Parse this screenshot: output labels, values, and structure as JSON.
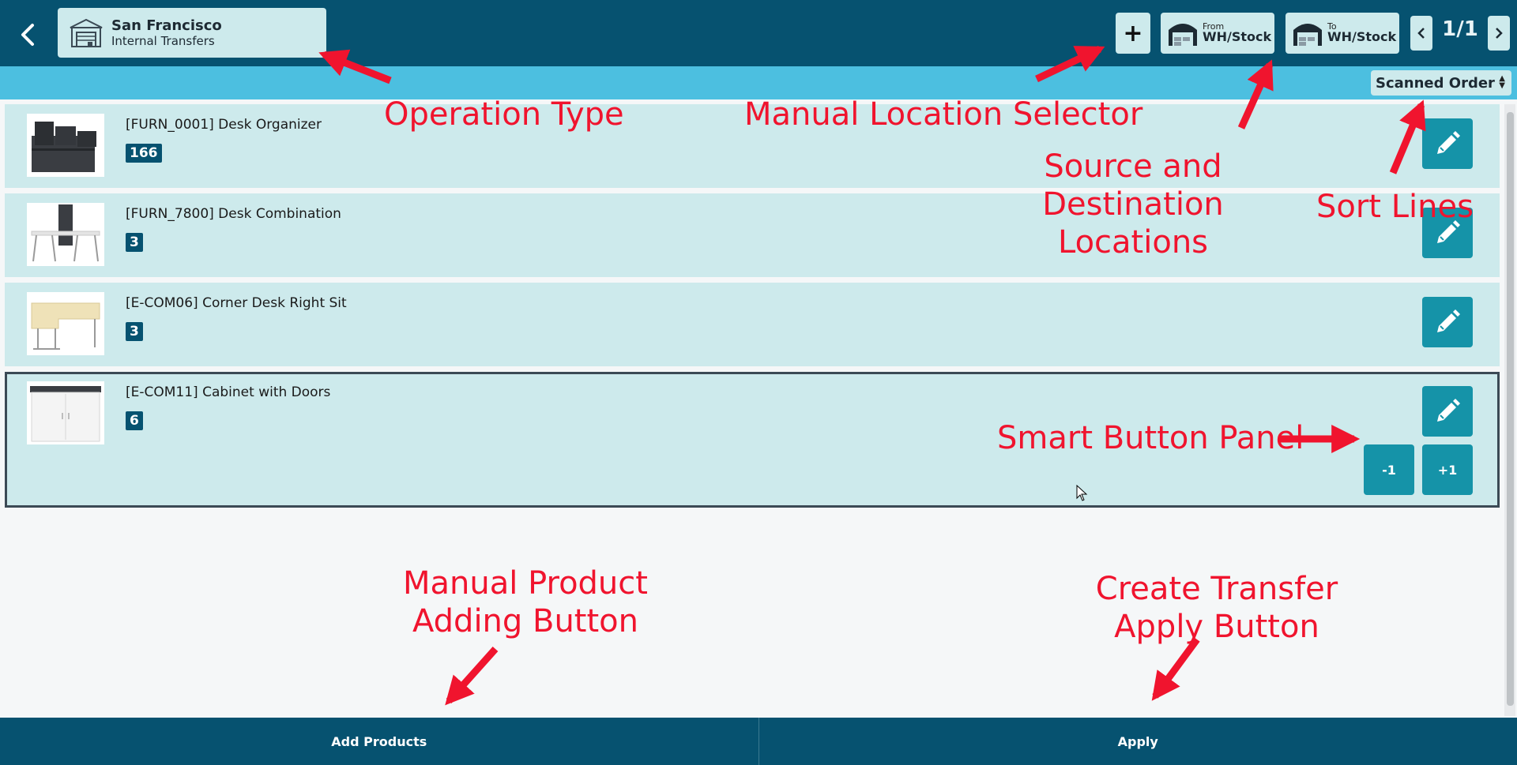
{
  "header": {
    "operation_type": {
      "title": "San Francisco",
      "subtitle": "Internal Transfers"
    },
    "add_location_label": "+",
    "from": {
      "label": "From",
      "value": "WH/Stock"
    },
    "to": {
      "label": "To",
      "value": "WH/Stock"
    },
    "pager": "1/1"
  },
  "sort": {
    "selected": "Scanned Order"
  },
  "lines": [
    {
      "name": "[FURN_0001] Desk Organizer",
      "qty": "166"
    },
    {
      "name": "[FURN_7800] Desk Combination",
      "qty": "3"
    },
    {
      "name": "[E-COM06] Corner Desk Right Sit",
      "qty": "3"
    },
    {
      "name": "[E-COM11] Cabinet with Doors",
      "qty": "6",
      "selected": true
    }
  ],
  "smart_buttons": {
    "minus": "-1",
    "plus": "+1"
  },
  "footer": {
    "add_products": "Add Products",
    "apply": "Apply"
  },
  "annotations": {
    "operation_type": "Operation Type",
    "manual_location": "Manual Location Selector",
    "source_destination": "Source and Destination Locations",
    "sort_lines": "Sort Lines",
    "smart_panel": "Smart Button Panel",
    "manual_product": "Manual Product Adding Button",
    "create_transfer": "Create Transfer Apply Button"
  },
  "colors": {
    "header": "#065270",
    "sortbar": "#4cbfe0",
    "line_bg": "#cdeaec",
    "action_btn": "#1593a8",
    "annotation": "#f0142e"
  },
  "icons": [
    "back-chevron-icon",
    "warehouse-icon",
    "pencil-icon",
    "chevron-left-icon",
    "chevron-right-icon"
  ]
}
